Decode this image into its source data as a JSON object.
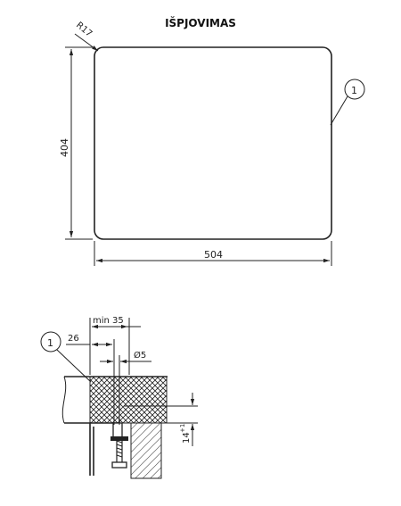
{
  "title": "IŠPJOVIMAS",
  "top_view": {
    "radius_label": "R17",
    "height_label": "404",
    "width_label": "504",
    "callout": "1"
  },
  "section_view": {
    "callout": "1",
    "min_label": "min 35",
    "offset_label": "26",
    "hole_label": "Ø5",
    "thickness_label": "14",
    "thickness_tol": "+1"
  }
}
